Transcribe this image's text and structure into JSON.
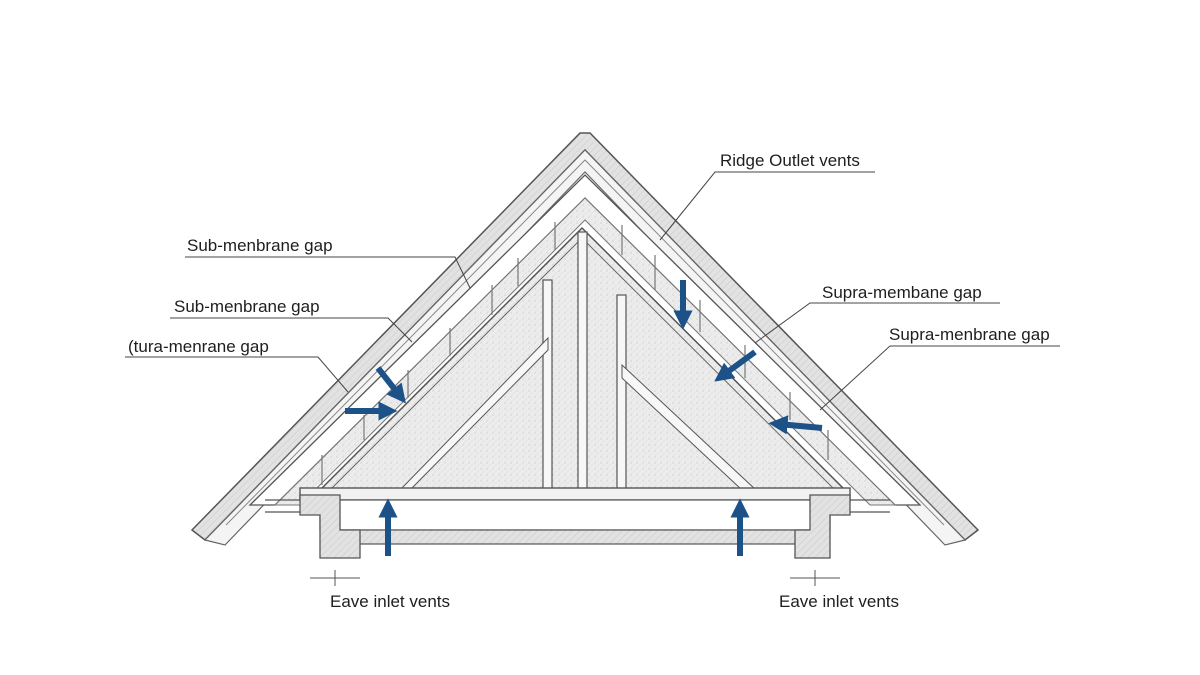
{
  "labels": {
    "ridge_outlet": "Ridge Outlet vents",
    "sub_membrane_1": "Sub-menbrane gap",
    "sub_membrane_2": "Sub-menbrane gap",
    "tura_membrane": "(tura-menrane gap",
    "supra_membrane_1": "Supra-membane gap",
    "supra_membrane_2": "Supra-menbrane gap",
    "eave_left": "Eave inlet vents",
    "eave_right": "Eave inlet vents"
  },
  "colors": {
    "arrow": "#1d5289",
    "line": "#555555",
    "fill": "#e6e6e6",
    "text": "#1e1e1e"
  }
}
